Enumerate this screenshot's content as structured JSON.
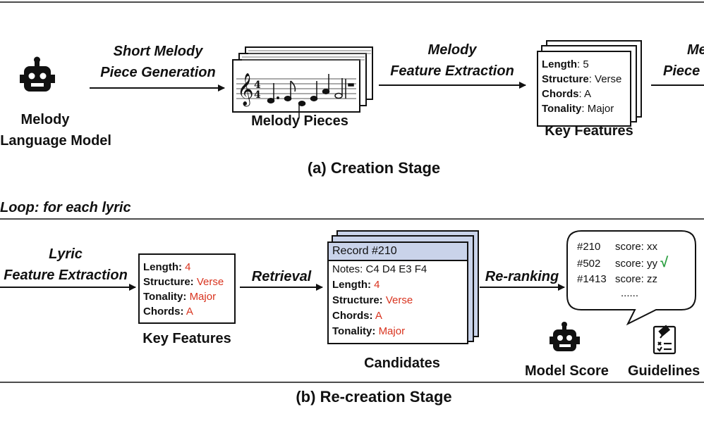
{
  "creation": {
    "model_label_1": "Melody",
    "model_label_2": "Language Model",
    "gen_label_1": "Short Melody",
    "gen_label_2": "Piece Generation",
    "pieces_label": "Melody Pieces",
    "extract_label_1": "Melody",
    "extract_label_2": "Feature Extraction",
    "key_features": {
      "length_k": "Length",
      "length_v": ": 5",
      "structure_k": "Structure",
      "structure_v": ": Verse",
      "chords_k": "Chords",
      "chords_v": ": A",
      "tonality_k": "Tonality",
      "tonality_v": ": Major"
    },
    "key_features_label": "Key Features",
    "cut_label_1": "Me",
    "cut_label_2": "Piece",
    "stage_title": "(a) Creation Stage"
  },
  "recreation": {
    "loop_label": "Loop: for each lyric",
    "lyric_label_1": "Lyric",
    "lyric_label_2": "Feature Extraction",
    "key_features": {
      "length_k": "Length:",
      "length_v": "4",
      "structure_k": "Structure:",
      "structure_v": "Verse",
      "tonality_k": "Tonality:",
      "tonality_v": "Major",
      "chords_k": "Chords:",
      "chords_v": "A"
    },
    "key_features_label": "Key Features",
    "retrieval_label": "Retrieval",
    "record_title": "Record #210",
    "record": {
      "notes": "Notes: C4 D4 E3 F4",
      "length_k": "Length:",
      "length_v": "4",
      "structure_k": "Structure:",
      "structure_v": "Verse",
      "chords_k": "Chords:",
      "chords_v": "A",
      "tonality_k": "Tonality:",
      "tonality_v": "Major"
    },
    "candidates_label": "Candidates",
    "rerank_label": "Re-ranking",
    "scores": [
      {
        "id": "#210",
        "score": "score: xx"
      },
      {
        "id": "#502",
        "score": "score: yy"
      },
      {
        "id": "#1413",
        "score": "score: zz"
      }
    ],
    "check_mark": "√",
    "ellipsis": "......",
    "model_score_label": "Model Score",
    "guidelines_label": "Guidelines",
    "stage_title": "(b) Re-creation Stage"
  },
  "colors": {
    "accent_red": "#d9341f",
    "check_green": "#2ea043",
    "record_header": "#c9d3ea"
  }
}
